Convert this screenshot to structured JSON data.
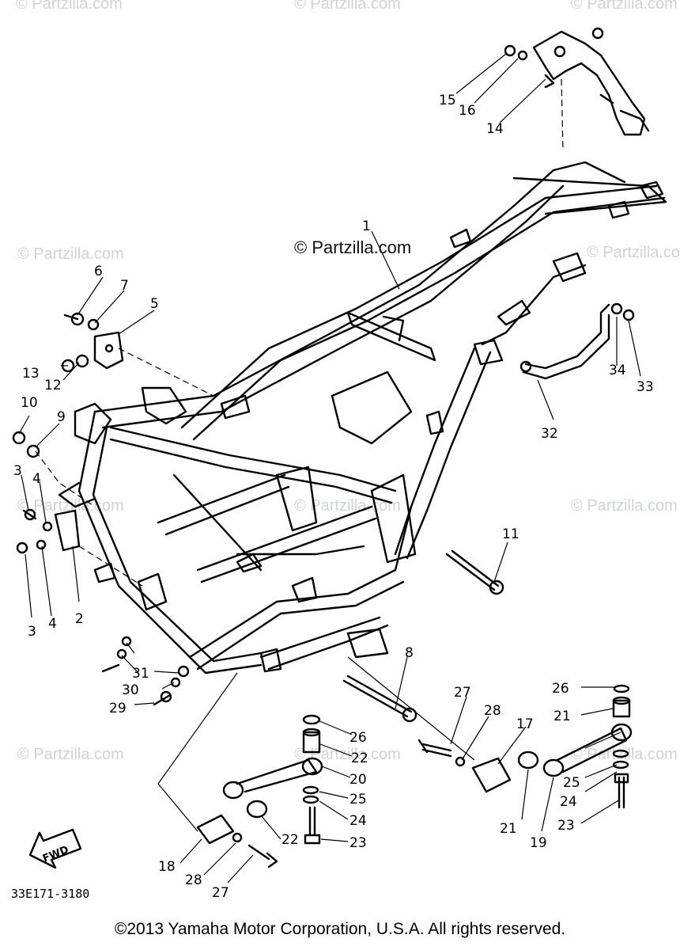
{
  "watermarks": {
    "text": "© Partzilla.com",
    "main": "© Partzilla.com"
  },
  "diagram": {
    "part_number": "33E171-3180",
    "fwd_label": "FWD",
    "callouts": [
      {
        "id": "c1",
        "label": "1"
      },
      {
        "id": "c2",
        "label": "2"
      },
      {
        "id": "c3a",
        "label": "3"
      },
      {
        "id": "c3b",
        "label": "3"
      },
      {
        "id": "c4a",
        "label": "4"
      },
      {
        "id": "c4b",
        "label": "4"
      },
      {
        "id": "c5",
        "label": "5"
      },
      {
        "id": "c6",
        "label": "6"
      },
      {
        "id": "c7",
        "label": "7"
      },
      {
        "id": "c8",
        "label": "8"
      },
      {
        "id": "c9",
        "label": "9"
      },
      {
        "id": "c10",
        "label": "10"
      },
      {
        "id": "c11",
        "label": "11"
      },
      {
        "id": "c12",
        "label": "12"
      },
      {
        "id": "c13",
        "label": "13"
      },
      {
        "id": "c14",
        "label": "14"
      },
      {
        "id": "c15",
        "label": "15"
      },
      {
        "id": "c16",
        "label": "16"
      },
      {
        "id": "c17",
        "label": "17"
      },
      {
        "id": "c18",
        "label": "18"
      },
      {
        "id": "c19",
        "label": "19"
      },
      {
        "id": "c20",
        "label": "20"
      },
      {
        "id": "c21a",
        "label": "21"
      },
      {
        "id": "c21b",
        "label": "21"
      },
      {
        "id": "c22a",
        "label": "22"
      },
      {
        "id": "c22b",
        "label": "22"
      },
      {
        "id": "c23a",
        "label": "23"
      },
      {
        "id": "c23b",
        "label": "23"
      },
      {
        "id": "c24a",
        "label": "24"
      },
      {
        "id": "c24b",
        "label": "24"
      },
      {
        "id": "c25a",
        "label": "25"
      },
      {
        "id": "c25b",
        "label": "25"
      },
      {
        "id": "c26a",
        "label": "26"
      },
      {
        "id": "c26b",
        "label": "26"
      },
      {
        "id": "c27a",
        "label": "27"
      },
      {
        "id": "c27b",
        "label": "27"
      },
      {
        "id": "c28a",
        "label": "28"
      },
      {
        "id": "c28b",
        "label": "28"
      },
      {
        "id": "c29",
        "label": "29"
      },
      {
        "id": "c30",
        "label": "30"
      },
      {
        "id": "c31",
        "label": "31"
      },
      {
        "id": "c32",
        "label": "32"
      },
      {
        "id": "c33",
        "label": "33"
      },
      {
        "id": "c34",
        "label": "34"
      }
    ]
  },
  "footer": {
    "copyright": "©2013 Yamaha Motor Corporation, U.S.A. All rights reserved."
  }
}
